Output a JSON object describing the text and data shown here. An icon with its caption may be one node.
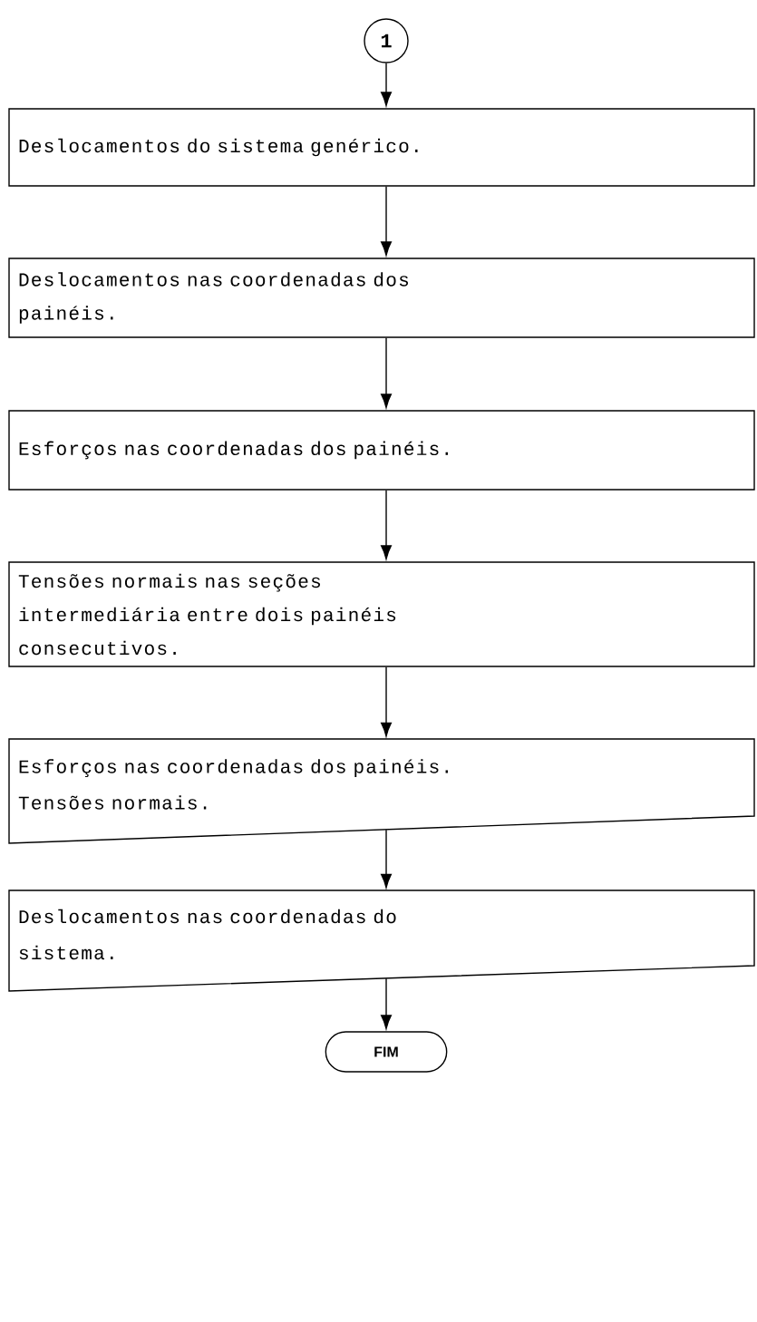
{
  "diagram": {
    "nodes": [
      {
        "text": [
          "1"
        ]
      },
      {
        "text": [
          "Deslocamentos do sistema genérico."
        ]
      },
      {
        "text": [
          "Deslocamentos nas coordenadas dos painéis."
        ]
      },
      {
        "text": [
          "Esforços nas coordenadas dos painéis."
        ]
      },
      {
        "text": [
          "Tensões normais nas seções intermediária entre dois painéis consecutivos."
        ]
      },
      {
        "text": [
          "Esforços nas coordenadas dos painéis. Tensões normais."
        ]
      },
      {
        "text": [
          "Deslocamentos nas coordenadas do sistema."
        ]
      },
      {
        "text": [
          "FIM"
        ]
      }
    ],
    "edges": [
      {
        "from": 0,
        "to": 1,
        "arrow": "to"
      },
      {
        "from": 1,
        "to": 2,
        "arrow": "to"
      },
      {
        "from": 2,
        "to": 3,
        "arrow": "to"
      },
      {
        "from": 3,
        "to": 4,
        "arrow": "to"
      },
      {
        "from": 4,
        "to": 5,
        "arrow": "to"
      },
      {
        "from": 5,
        "to": 6,
        "arrow": "to"
      },
      {
        "from": 6,
        "to": 7,
        "arrow": "to"
      }
    ]
  }
}
